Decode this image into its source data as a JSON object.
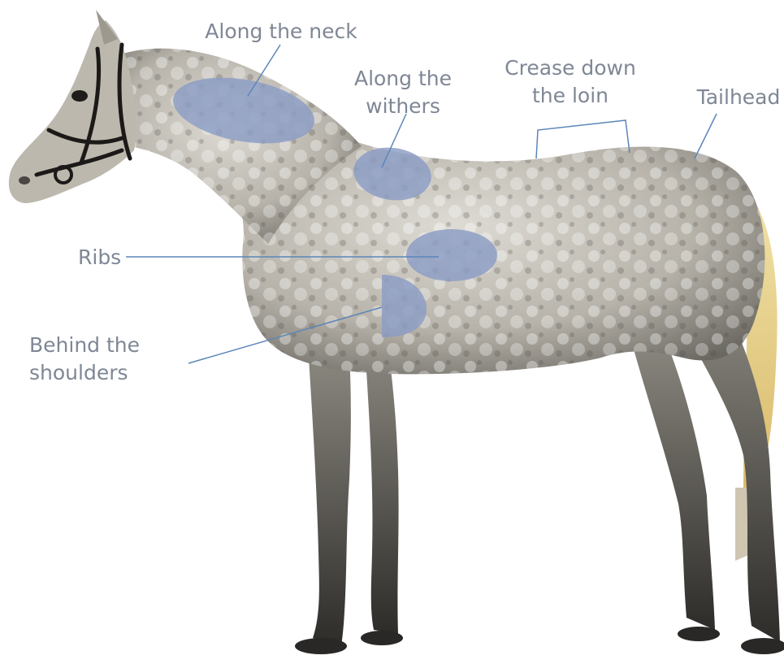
{
  "diagram": {
    "labels": {
      "neck": "Along the neck",
      "withers": "Along the\nwithers",
      "loin": "Crease down\nthe loin",
      "tailhead": "Tailhead",
      "ribs": "Ribs",
      "shoulders": "Behind the\nshoulders"
    },
    "colors": {
      "highlight": "#8b9cc4",
      "leader_line": "#5b86b8",
      "label_text": "#7f8795",
      "coat_light": "#d9d6cf",
      "coat_dark": "#5c5a55",
      "tail": "#e8d38a"
    },
    "image": {
      "subject": "dapple grey horse in bridle, side view",
      "icon": "horse-illustration"
    }
  }
}
